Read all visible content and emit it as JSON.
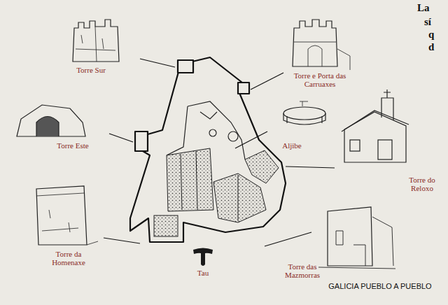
{
  "diagram": {
    "labels": [
      "Torre Sur",
      "Torre e Porta das Carruaxes",
      "Torre Este",
      "Aljibe",
      "Torre do Reloxo",
      "Torre da Homenaxe",
      "Tau",
      "Torre das Mazmorras",
      "GALICIA PUEBLO A PUEBLO",
      "La",
      "sí",
      "q",
      "d"
    ]
  }
}
